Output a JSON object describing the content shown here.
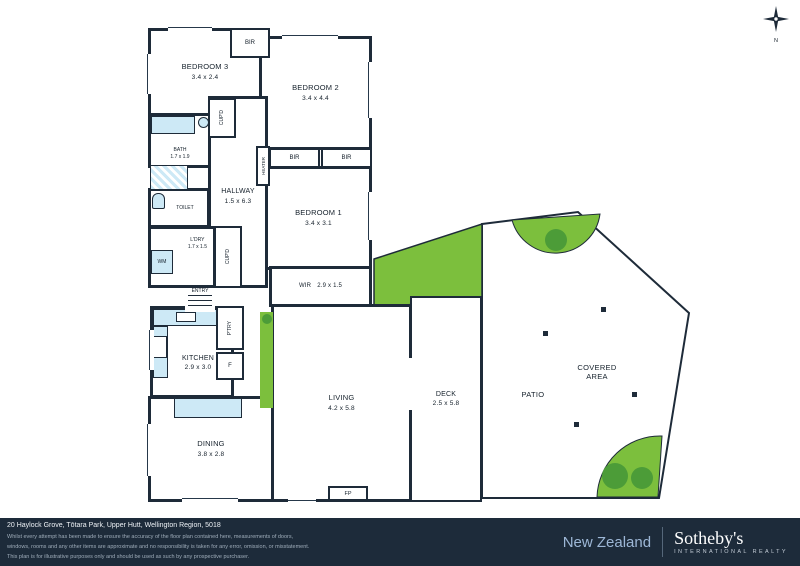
{
  "colors": {
    "wall": "#1e2b39",
    "fixture_blue": "#cde9f6",
    "lawn_green": "#7cbf3d",
    "tree_green": "#4c9c38",
    "footer_bg": "#1d2b3a",
    "brand_blue": "#9db7d6"
  },
  "compass": {
    "north_label": "N"
  },
  "rooms": {
    "bedroom3": {
      "name": "BEDROOM 3",
      "dims": "3.4 x 2.4"
    },
    "bedroom2": {
      "name": "BEDROOM 2",
      "dims": "3.4 x 4.4"
    },
    "bedroom1": {
      "name": "BEDROOM 1",
      "dims": "3.4 x 3.1"
    },
    "bir_top": {
      "name": "BIR"
    },
    "bir_left": {
      "name": "BIR"
    },
    "bir_right": {
      "name": "BIR"
    },
    "cupd_top": {
      "name": "CUP'D"
    },
    "cupd_side": {
      "name": "CUP'D"
    },
    "heater": {
      "name": "HEATER"
    },
    "bath": {
      "name": "BATH",
      "dims": "1.7 x 1.9"
    },
    "toilet": {
      "name": "TOILET"
    },
    "hallway": {
      "name": "HALLWAY",
      "dims": "1.5 x 6.3"
    },
    "ldry": {
      "name": "L'DRY",
      "dims": "1.7 x 1.5"
    },
    "wm": {
      "name": "WM"
    },
    "entry": {
      "name": "ENTRY"
    },
    "wir": {
      "name": "WIR",
      "dims": "2.9 x 1.5"
    },
    "ptry": {
      "name": "P'TRY"
    },
    "kitchen": {
      "name": "KITCHEN",
      "dims": "2.9 x 3.0"
    },
    "fridge": {
      "name": "F"
    },
    "living": {
      "name": "LIVING",
      "dims": "4.2 x 5.8"
    },
    "fireplace": {
      "name": "FP"
    },
    "dining": {
      "name": "DINING",
      "dims": "3.8 x 2.8"
    },
    "deck": {
      "name": "DECK",
      "dims": "2.5 x 5.8"
    },
    "patio": {
      "name": "PATIO"
    },
    "covered_area": {
      "name": "COVERED AREA"
    }
  },
  "footer": {
    "address": "20 Haylock Grove, Tōtara Park, Upper Hutt, Wellington Region, 5018",
    "disclaimer_line1": "Whilst every attempt has been made to ensure the accuracy of the floor plan contained here, measurements of doors,",
    "disclaimer_line2": "windows, rooms and any other items are approximate and no responsibility is taken for any error, omission, or misstatement.",
    "disclaimer_line3": "This plan is for illustrative purposes only and should be used as such by any prospective purchaser.",
    "brand": {
      "region": "New Zealand",
      "name": "Sotheby's",
      "subtitle": "INTERNATIONAL REALTY"
    }
  }
}
